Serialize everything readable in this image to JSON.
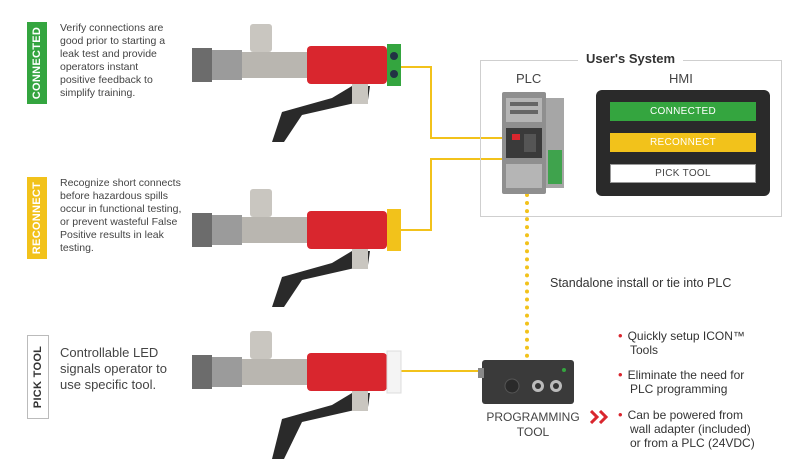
{
  "colors": {
    "green": "#34a53f",
    "yellow": "#f2c21b",
    "red": "#d9262e",
    "dark": "#2a2a2a"
  },
  "rows": [
    {
      "tab": "CONNECTED",
      "description": "Verify connections are good prior to starting a leak test and provide operators instant positive feedback to simplify training."
    },
    {
      "tab": "RECONNECT",
      "description": "Recognize short connects before hazardous spills occur in functional testing, or prevent wasteful False Positive results in leak testing."
    },
    {
      "tab": "PICK TOOL",
      "description": "Controllable LED signals operator to use specific tool."
    }
  ],
  "users_system": {
    "title": "User's System",
    "plc_label": "PLC",
    "hmi_label": "HMI",
    "hmi_buttons": [
      "CONNECTED",
      "RECONNECT",
      "PICK TOOL"
    ]
  },
  "standalone_text": "Standalone install or tie into PLC",
  "programming_tool": {
    "label_line1": "PROGRAMMING",
    "label_line2": "TOOL"
  },
  "bullets": [
    {
      "line1": "Quickly setup ICON™",
      "line2": "Tools"
    },
    {
      "line1": "Eliminate the need for",
      "line2": "PLC programming"
    },
    {
      "line1": "Can be powered from",
      "line2": "wall adapter (included)",
      "line3": "or from a PLC (24VDC)"
    }
  ]
}
